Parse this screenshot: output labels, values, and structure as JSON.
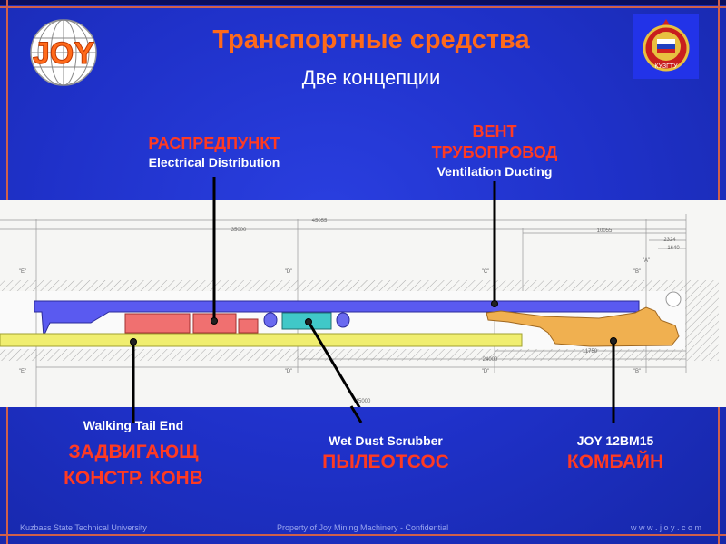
{
  "header": {
    "title": "Транспортные средства",
    "subtitle": "Две концепции",
    "left_logo_text": "JOY",
    "right_logo_text": "КУЗГТУ"
  },
  "labels": {
    "electrical": {
      "ru": "РАСПРЕДПУНКТ",
      "en": "Electrical Distribution"
    },
    "ventilation": {
      "ru1": "ВЕНТ",
      "ru2": "ТРУБОПРОВОД",
      "en": "Ventilation Ducting"
    },
    "tail": {
      "en": "Walking Tail End",
      "ru1": "ЗАДВИГАЮЩ",
      "ru2": "КОНСТР. КОНВ"
    },
    "scrubber": {
      "en": "Wet Dust Scrubber",
      "ru": "ПЫЛЕОТСОС"
    },
    "miner": {
      "en": "JOY 12BM15",
      "ru": "КОМБАЙН"
    }
  },
  "dimensions": {
    "d1": "45055",
    "d2": "35000",
    "d3": "10055",
    "d4": "2324",
    "d5": "1640",
    "d6": "11750",
    "d7": "24000",
    "d8": "45000",
    "sections": [
      "\"E\"",
      "\"D\"",
      "\"C\"",
      "\"B\"",
      "\"A\""
    ]
  },
  "footer": {
    "left": "Kuzbass State Technical University",
    "center": "Property of Joy Mining Machinery - Confidential",
    "right": "w w w . j o y . c o m"
  }
}
